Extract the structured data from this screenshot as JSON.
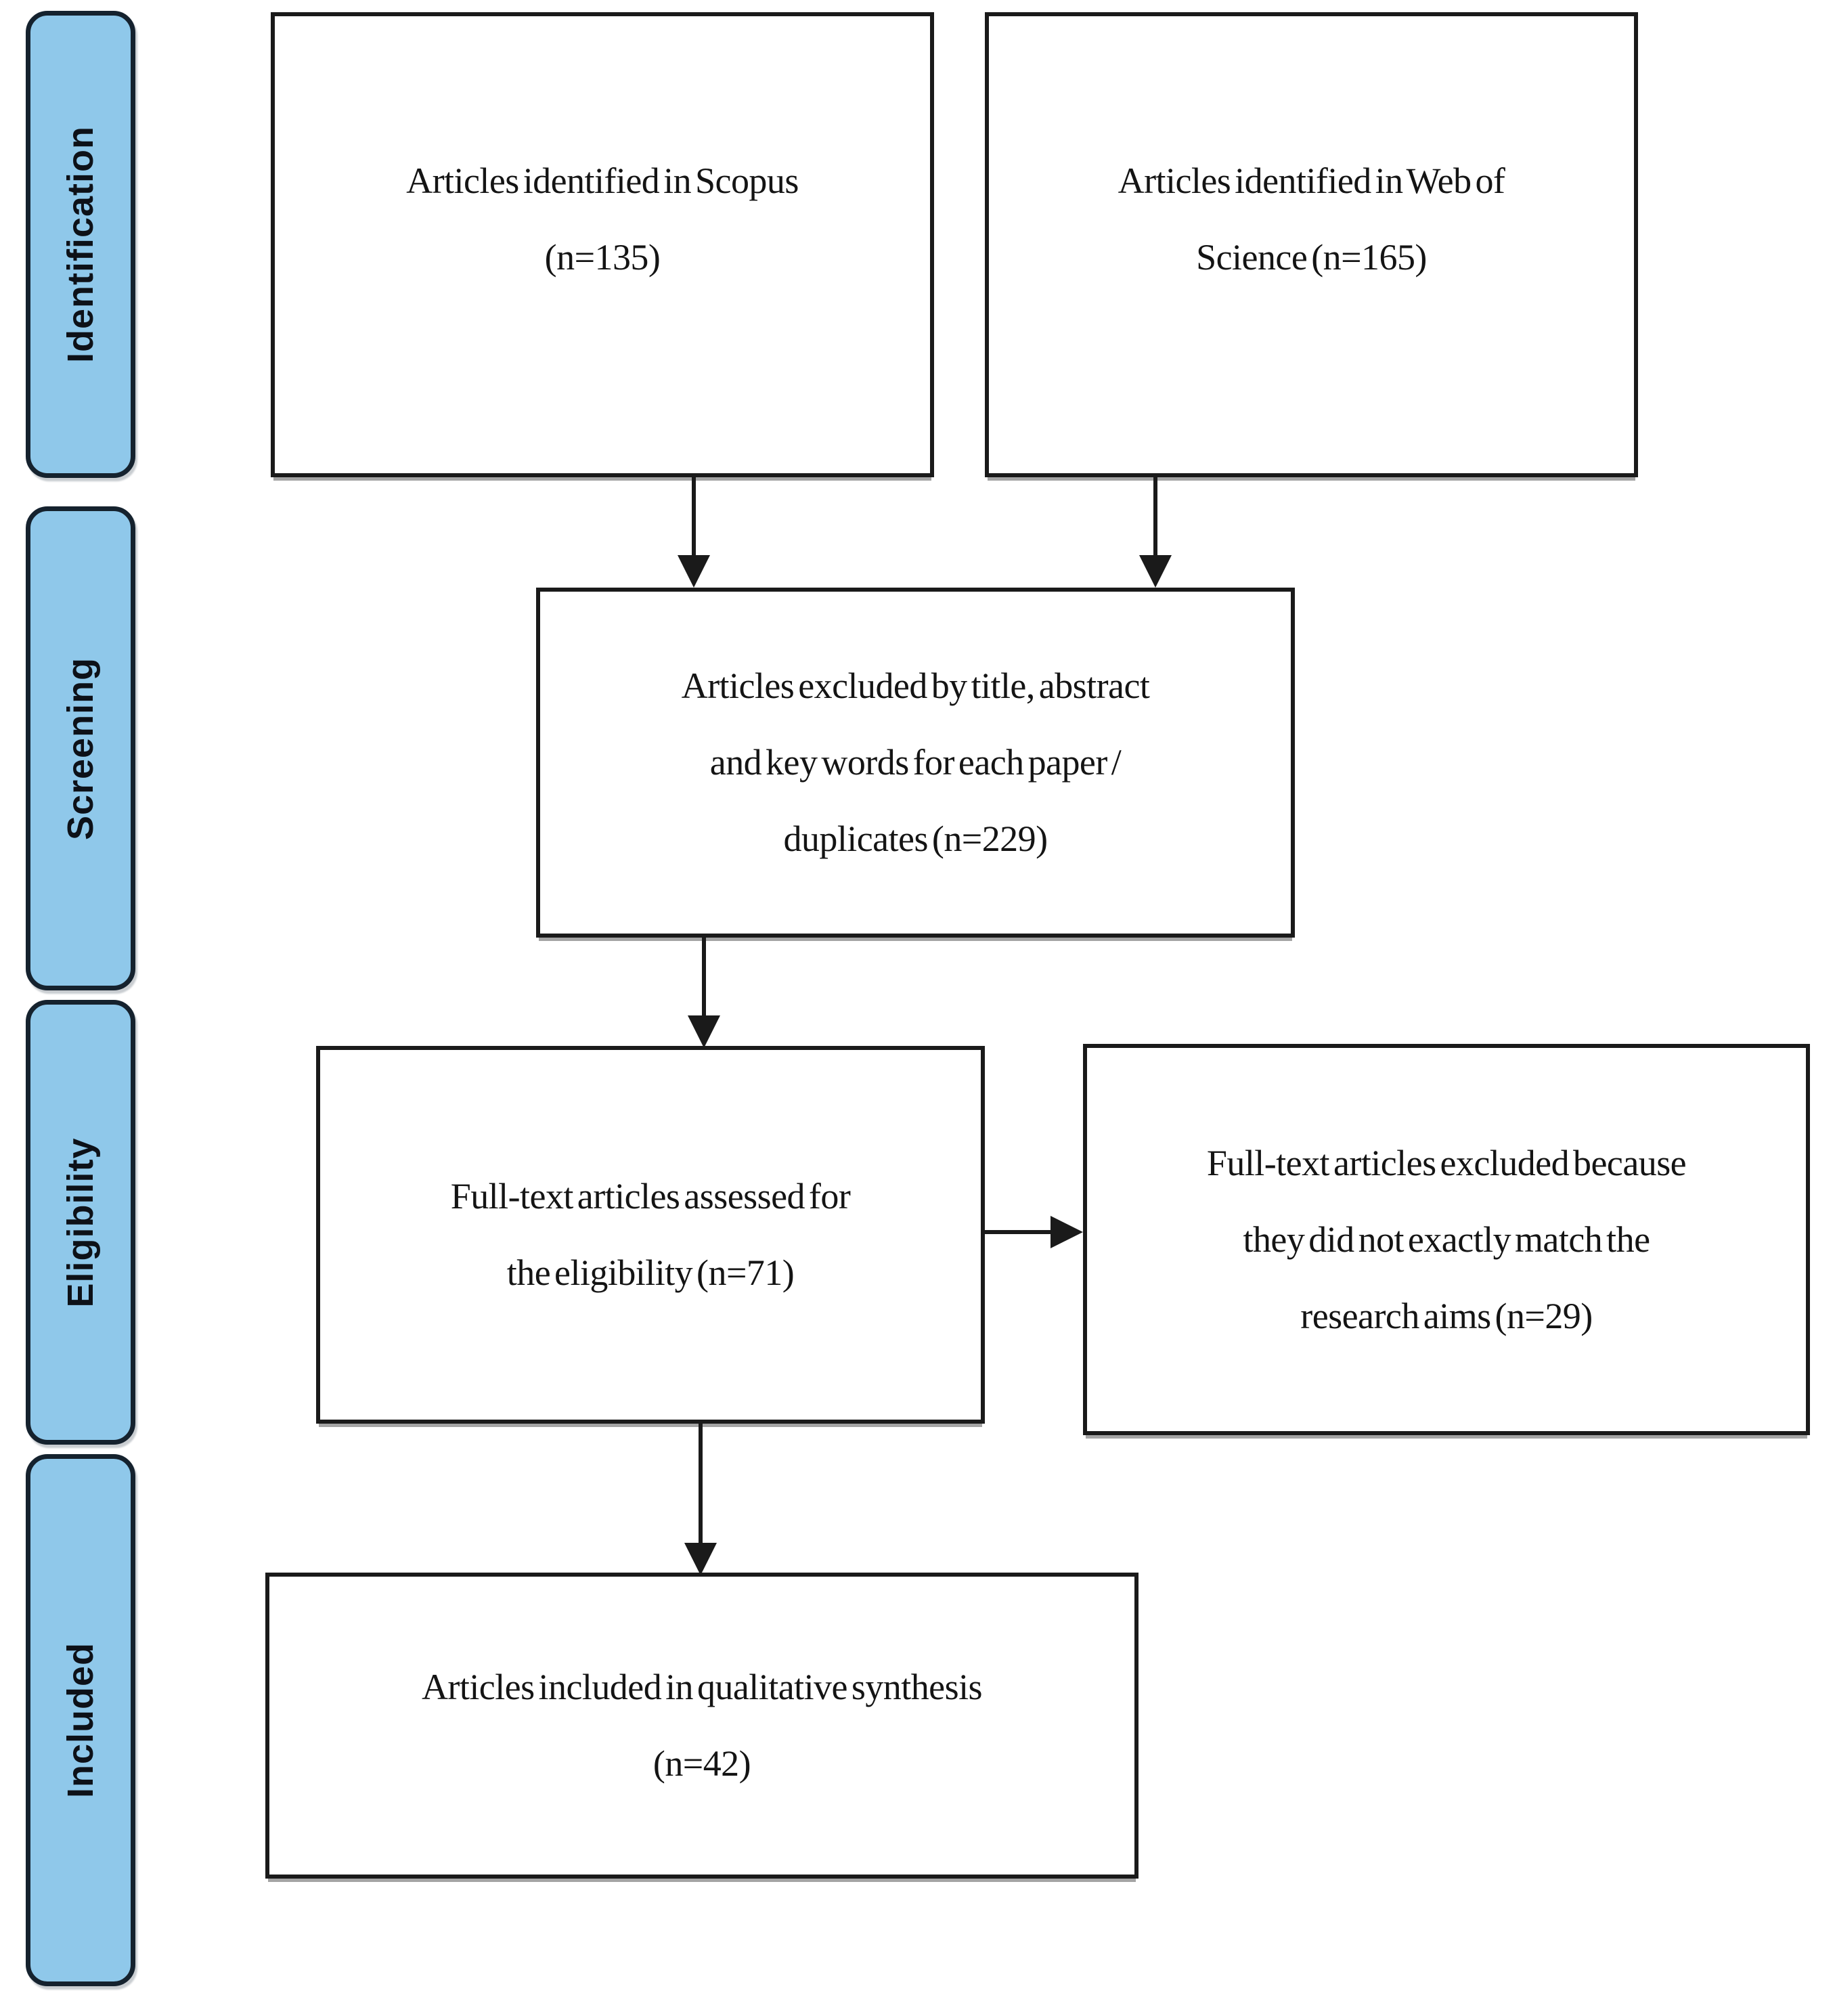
{
  "diagram": {
    "title": "PRISMA article selection flow diagram",
    "stages": [
      {
        "label": "Identification"
      },
      {
        "label": "Screening"
      },
      {
        "label": "Eligibility"
      },
      {
        "label": "Included"
      }
    ],
    "boxes": {
      "scopus": {
        "lines": [
          "Articles identified in Scopus",
          "(n=135)"
        ]
      },
      "wos": {
        "lines": [
          "Articles identified in Web of",
          "Science (n=165)"
        ]
      },
      "screened": {
        "lines": [
          "Articles excluded by title, abstract",
          "and key words for each paper /",
          "duplicates (n=229)"
        ]
      },
      "fulltext": {
        "lines": [
          "Full-text articles assessed for",
          "the eligibility (n=71)"
        ]
      },
      "excluded": {
        "lines": [
          "Full-text articles excluded because",
          "they did not exactly match the",
          "research aims (n=29)"
        ]
      },
      "included": {
        "lines": [
          "Articles included in qualitative synthesis",
          "(n=42)"
        ]
      }
    },
    "counts": {
      "scopus": 135,
      "web_of_science": 165,
      "excluded_screening": 229,
      "fulltext_assessed": 71,
      "fulltext_excluded": 29,
      "included_qualitative": 42
    },
    "colors": {
      "background": "#FFFFFF",
      "stage_fill": "#8FC8EA",
      "stage_border": "#15222E",
      "box_border": "#1A1A1A",
      "arrow": "#1A1A1A",
      "text": "#141414"
    }
  }
}
